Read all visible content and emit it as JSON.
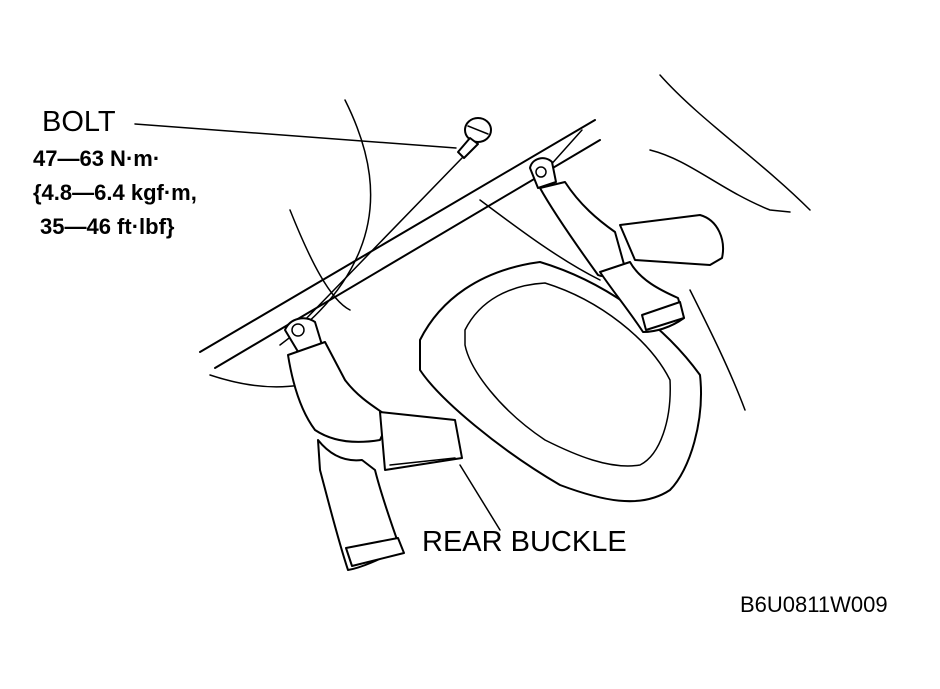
{
  "labels": {
    "bolt": "BOLT",
    "torque_nm": "47—63 N·m·",
    "torque_kgfm": "{4.8—6.4 kgf·m,",
    "torque_ftlbf": "35—46 ft·lbf}",
    "rear_buckle": "REAR BUCKLE",
    "figure_id": "B6U0811W009"
  }
}
